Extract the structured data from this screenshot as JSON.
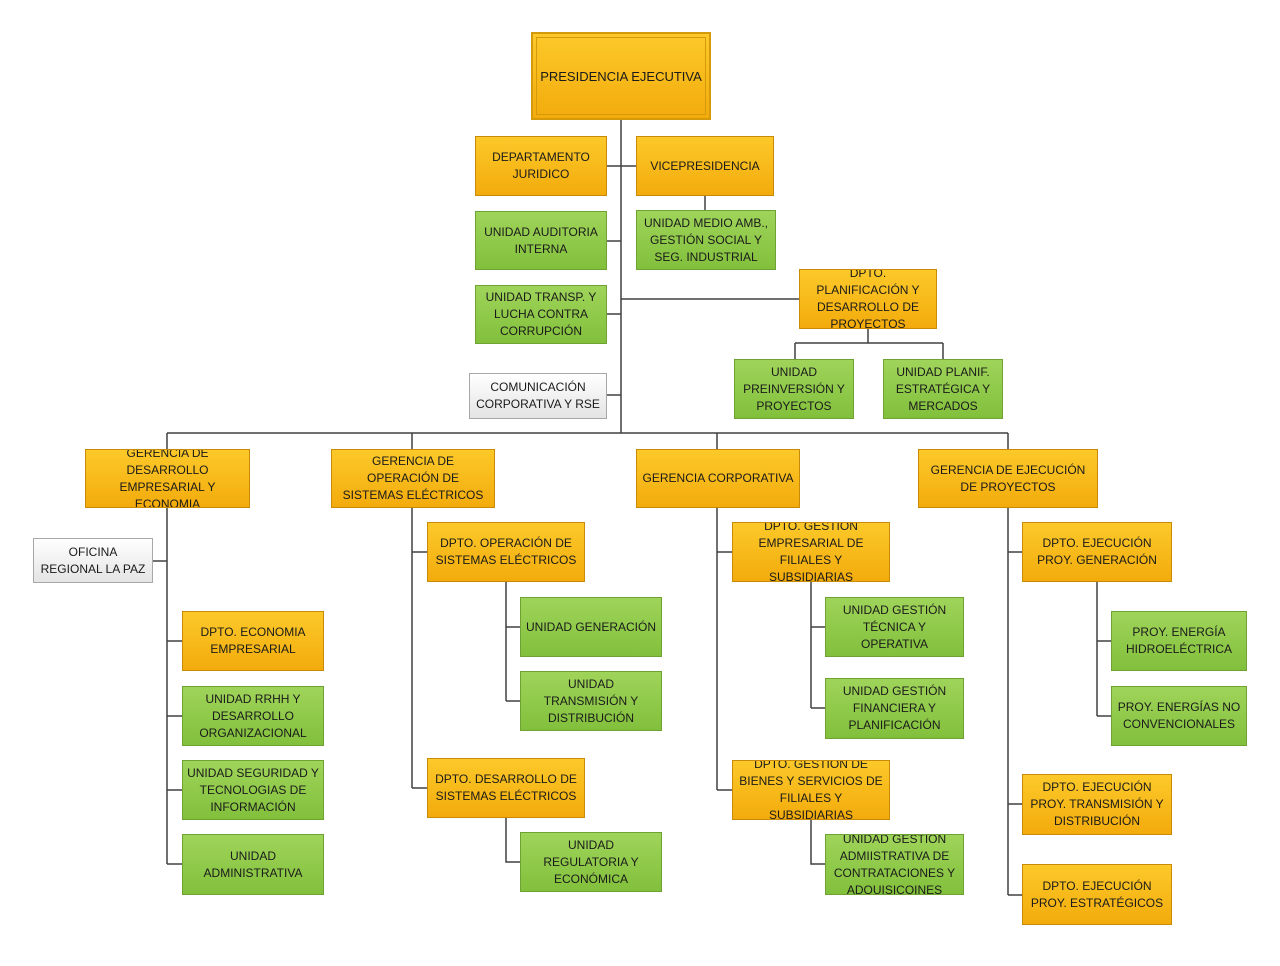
{
  "units": {
    "presidencia": "PRESIDENCIA EJECUTIVA",
    "dep_juridico": "DEPARTAMENTO JURIDICO",
    "vicepresidencia": "VICEPRESIDENCIA",
    "u_auditoria": "UNIDAD AUDITORIA INTERNA",
    "u_medio_amb": "UNIDAD MEDIO AMB., GESTIÓN SOCIAL Y SEG. INDUSTRIAL",
    "u_transp": "UNIDAD TRANSP. Y LUCHA CONTRA CORRUPCIÓN",
    "dpto_planif": "DPTO. PLANIFICACIÓN Y DESARROLLO DE PROYECTOS",
    "u_preinversion": "UNIDAD PREINVERSIÓN Y PROYECTOS",
    "u_planif_estrategica": "UNIDAD PLANIF. ESTRATÉGICA Y MERCADOS",
    "comunicacion": "COMUNICACIÓN CORPORATIVA Y RSE",
    "g_desarrollo": "GERENCIA DE DESARROLLO EMPRESARIAL Y ECONOMIA",
    "g_operacion": "GERENCIA DE OPERACIÓN DE SISTEMAS ELÉCTRICOS",
    "g_corporativa": "GERENCIA CORPORATIVA",
    "g_ejecucion": "GERENCIA DE EJECUCIÓN DE PROYECTOS",
    "oficina_lapaz": "OFICINA REGIONAL LA PAZ",
    "dpto_economia": "DPTO. ECONOMIA EMPRESARIAL",
    "u_rrhh": "UNIDAD RRHH  Y DESARROLLO ORGANIZACIONAL",
    "u_seguridad": "UNIDAD SEGURIDAD Y TECNOLOGIAS DE INFORMACIÓN",
    "u_administrativa": "UNIDAD ADMINISTRATIVA",
    "dpto_operacion": "DPTO. OPERACIÓN DE SISTEMAS ELÉCTRICOS",
    "u_generacion": "UNIDAD GENERACIÓN",
    "u_transmision": "UNIDAD TRANSMISIÓN Y DISTRIBUCIÓN",
    "dpto_desarrollo_sist": "DPTO. DESARROLLO DE SISTEMAS ELÉCTRICOS",
    "u_regulatoria": "UNIDAD REGULATORIA Y ECONÓMICA",
    "dpto_gestion_filiales": "DPTO. GESTIÓN EMPRESARIAL DE FILIALES Y SUBSIDIARIAS",
    "u_gestion_tecnica": "UNIDAD GESTIÓN TÉCNICA Y OPERATIVA",
    "u_gestion_financiera": "UNIDAD GESTIÓN FINANCIERA Y PLANIFICACIÓN",
    "dpto_gestion_bienes": "DPTO. GESTIÓN DE BIENES Y SERVICIOS DE FILIALES Y SUBSIDIARIAS",
    "u_gestion_admin": "UNIDAD GESTIÓN ADMIISTRATIVA DE CONTRATACIONES Y ADQUISICOINES",
    "dpto_ejec_generacion": "DPTO. EJECUCIÓN PROY. GENERACIÓN",
    "proy_hidro": "PROY. ENERGÍA HIDROELÉCTRICA",
    "proy_no_conv": "PROY. ENERGÍAS NO CONVENCIONALES",
    "dpto_ejec_transmision": "DPTO. EJECUCIÓN PROY. TRANSMISIÓN Y DISTRIBUCIÓN",
    "dpto_ejec_estrategicos": "DPTO. EJECUCIÓN PROY. ESTRATÉGICOS"
  },
  "colors": {
    "orange_fill": "#f7b81a",
    "green_fill": "#8cc63f",
    "white_fill": "#f2f2f2",
    "connector": "#404040"
  }
}
